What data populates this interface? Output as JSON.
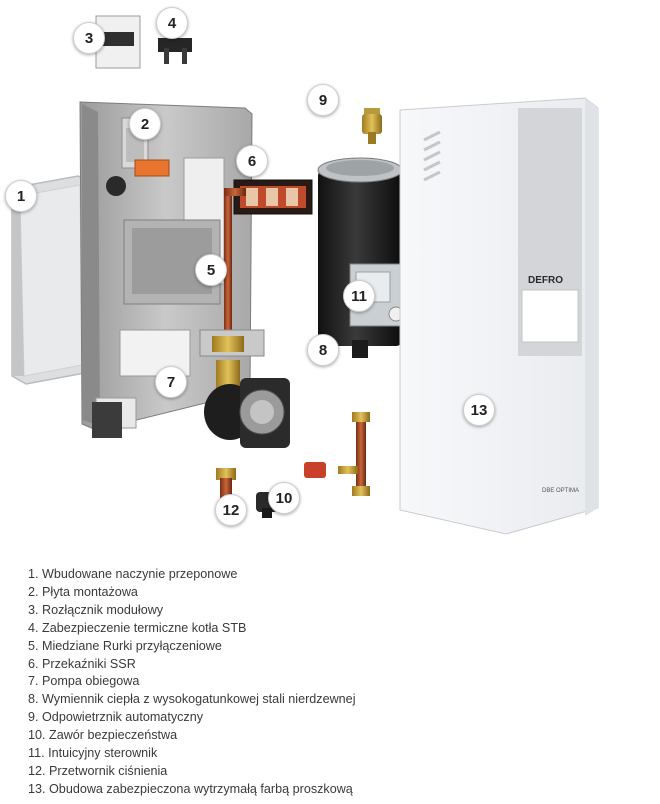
{
  "brand_label": "DEFRO",
  "model_label": "DBE OPTIMA",
  "callouts": [
    "1",
    "2",
    "3",
    "4",
    "5",
    "6",
    "7",
    "8",
    "9",
    "10",
    "11",
    "12",
    "13"
  ],
  "legend": [
    {
      "num": "1.",
      "text": "Wbudowane naczynie przeponowe"
    },
    {
      "num": "2.",
      "text": "Płyta montażowa"
    },
    {
      "num": "3.",
      "text": "Rozłącznik modułowy"
    },
    {
      "num": "4.",
      "text": "Zabezpieczenie termiczne kotła STB"
    },
    {
      "num": "5.",
      "text": "Miedziane Rurki przyłączeniowe"
    },
    {
      "num": "6.",
      "text": "Przekaźniki SSR"
    },
    {
      "num": "7.",
      "text": "Pompa obiegowa"
    },
    {
      "num": "8.",
      "text": "Wymiennik ciepła z wysokogatunkowej stali nierdzewnej"
    },
    {
      "num": "9.",
      "text": "Odpowietrznik automatyczny"
    },
    {
      "num": "10.",
      "text": "Zawór bezpieczeństwa"
    },
    {
      "num": "11.",
      "text": "Intuicyjny sterownik"
    },
    {
      "num": "12.",
      "text": "Przetwornik ciśnienia"
    },
    {
      "num": "13.",
      "text": "Obudowa zabezpieczona wytrzymałą farbą proszkową"
    }
  ]
}
